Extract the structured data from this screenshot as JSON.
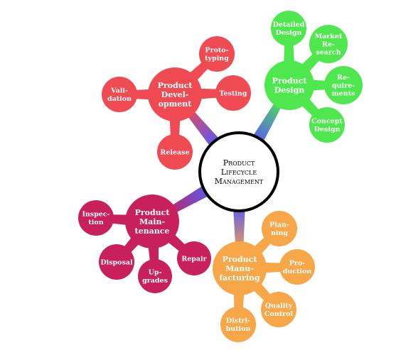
{
  "root": {
    "lines": [
      "Product",
      "Lifecycle",
      "Management"
    ]
  },
  "branches": [
    {
      "id": "design",
      "color": "#4ee84e",
      "hub": [
        "Product",
        "Design"
      ],
      "leaves": [
        [
          "Detailed",
          "Design"
        ],
        [
          "Market",
          "Re-",
          "search"
        ],
        [
          "Re-",
          "quire-",
          "ments"
        ],
        [
          "Concept",
          "Design"
        ]
      ]
    },
    {
      "id": "development",
      "color": "#f04a52",
      "hub": [
        "Product",
        "Devel-",
        "opment"
      ],
      "leaves": [
        [
          "Proto-",
          "typing"
        ],
        [
          "Testing"
        ],
        [
          "Vali-",
          "dation"
        ],
        [
          "Release"
        ]
      ]
    },
    {
      "id": "maintenance",
      "color": "#c8205a",
      "hub": [
        "Product",
        "Main-",
        "tenance"
      ],
      "leaves": [
        [
          "Inspec-",
          "tion"
        ],
        [
          "Disposal"
        ],
        [
          "Up-",
          "grades"
        ],
        [
          "Repair"
        ]
      ]
    },
    {
      "id": "manufacturing",
      "color": "#f7a648",
      "hub": [
        "Product",
        "Manu-",
        "facturing"
      ],
      "leaves": [
        [
          "Plan-",
          "ning"
        ],
        [
          "Pro-",
          "duction"
        ],
        [
          "Quality",
          "Control"
        ],
        [
          "Distri-",
          "bution"
        ]
      ]
    }
  ],
  "root_link_color": "#5a5af0"
}
